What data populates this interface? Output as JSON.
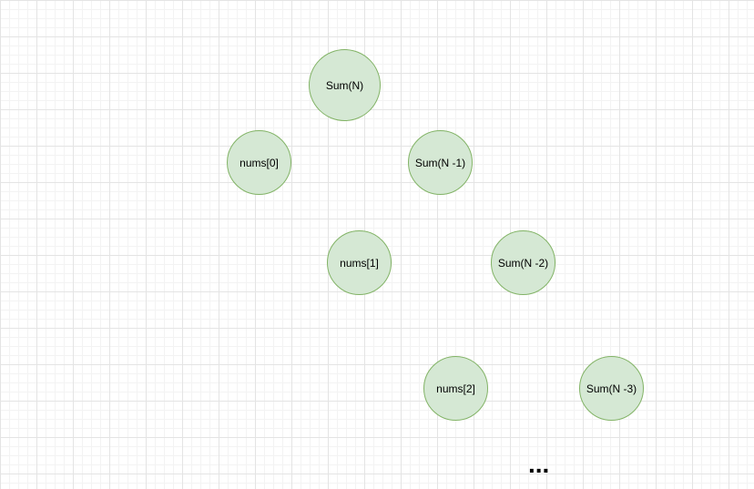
{
  "diagram": {
    "nodes": [
      {
        "id": "sum-n",
        "label": "Sum(N)"
      },
      {
        "id": "nums-0",
        "label": "nums[0]"
      },
      {
        "id": "sum-n-1",
        "label": "Sum(N -1)"
      },
      {
        "id": "nums-1",
        "label": "nums[1]"
      },
      {
        "id": "sum-n-2",
        "label": "Sum(N -2)"
      },
      {
        "id": "nums-2",
        "label": "nums[2]"
      },
      {
        "id": "sum-n-3",
        "label": "Sum(N -3)"
      }
    ],
    "continuation": "..."
  },
  "colors": {
    "node_fill": "#d5e8d4",
    "node_stroke": "#82b366",
    "grid": "#e4e4e4"
  }
}
